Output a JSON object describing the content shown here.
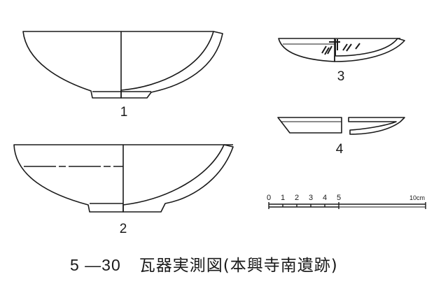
{
  "figure_number": "5 —30",
  "caption": "瓦器実測図(本興寺南遺跡)",
  "labels": {
    "vessel_1": "1",
    "vessel_2": "2",
    "vessel_3": "3",
    "vessel_4": "4"
  },
  "scale_bar": {
    "ticks": [
      "0",
      "1",
      "2",
      "3",
      "4",
      "5"
    ],
    "end_label": "10cm"
  }
}
